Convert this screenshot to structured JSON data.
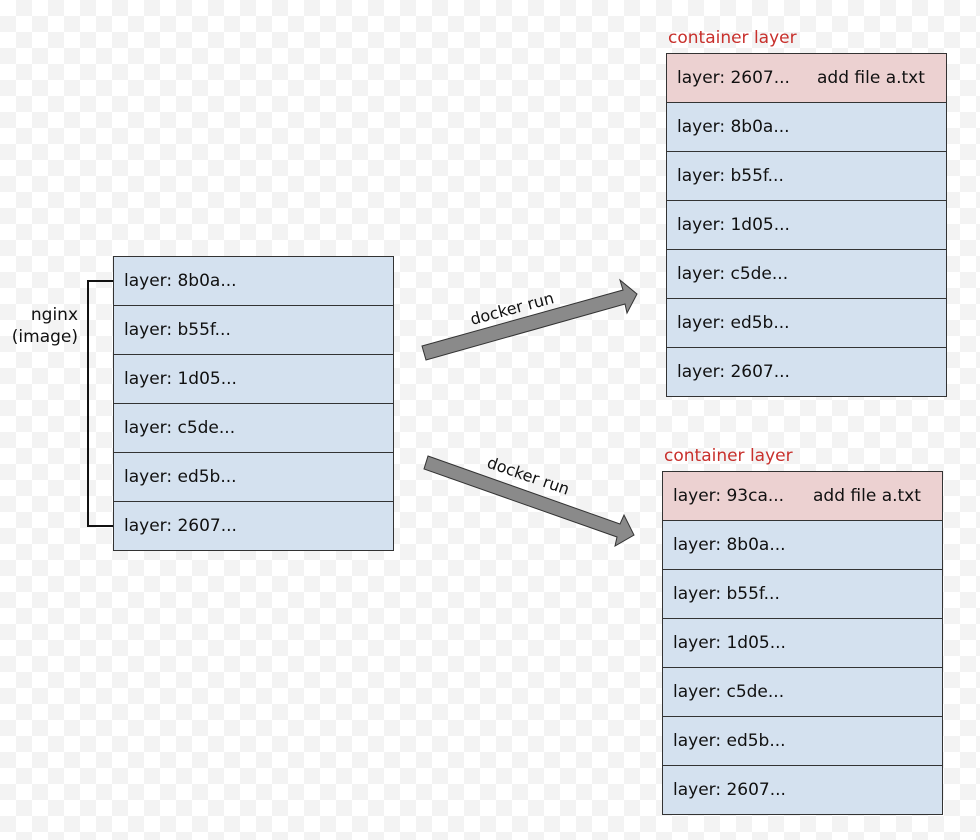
{
  "image": {
    "name": "nginx",
    "tag_line": "(image)",
    "layers": [
      {
        "label": "layer: 8b0a..."
      },
      {
        "label": "layer: b55f..."
      },
      {
        "label": "layer: 1d05..."
      },
      {
        "label": "layer: c5de..."
      },
      {
        "label": "layer: ed5b..."
      },
      {
        "label": "layer: 2607..."
      }
    ]
  },
  "arrows": [
    {
      "label": "docker run"
    },
    {
      "label": "docker run"
    }
  ],
  "containers": [
    {
      "caption": "container layer",
      "top_layer": {
        "label": "layer: 2607...",
        "note": "add file a.txt"
      },
      "layers": [
        {
          "label": "layer: 8b0a..."
        },
        {
          "label": "layer: b55f..."
        },
        {
          "label": "layer: 1d05..."
        },
        {
          "label": "layer: c5de..."
        },
        {
          "label": "layer: ed5b..."
        },
        {
          "label": "layer: 2607..."
        }
      ]
    },
    {
      "caption": "container layer",
      "top_layer": {
        "label": "layer: 93ca...",
        "note": "add file a.txt"
      },
      "layers": [
        {
          "label": "layer: 8b0a..."
        },
        {
          "label": "layer: b55f..."
        },
        {
          "label": "layer: 1d05..."
        },
        {
          "label": "layer: c5de..."
        },
        {
          "label": "layer: ed5b..."
        },
        {
          "label": "layer: 2607..."
        }
      ]
    }
  ],
  "colors": {
    "layer_fill": "#d4e1ef",
    "container_layer_fill": "#ecd1d1",
    "container_caption": "#c8302c",
    "arrow_fill": "#8a8a8a"
  }
}
